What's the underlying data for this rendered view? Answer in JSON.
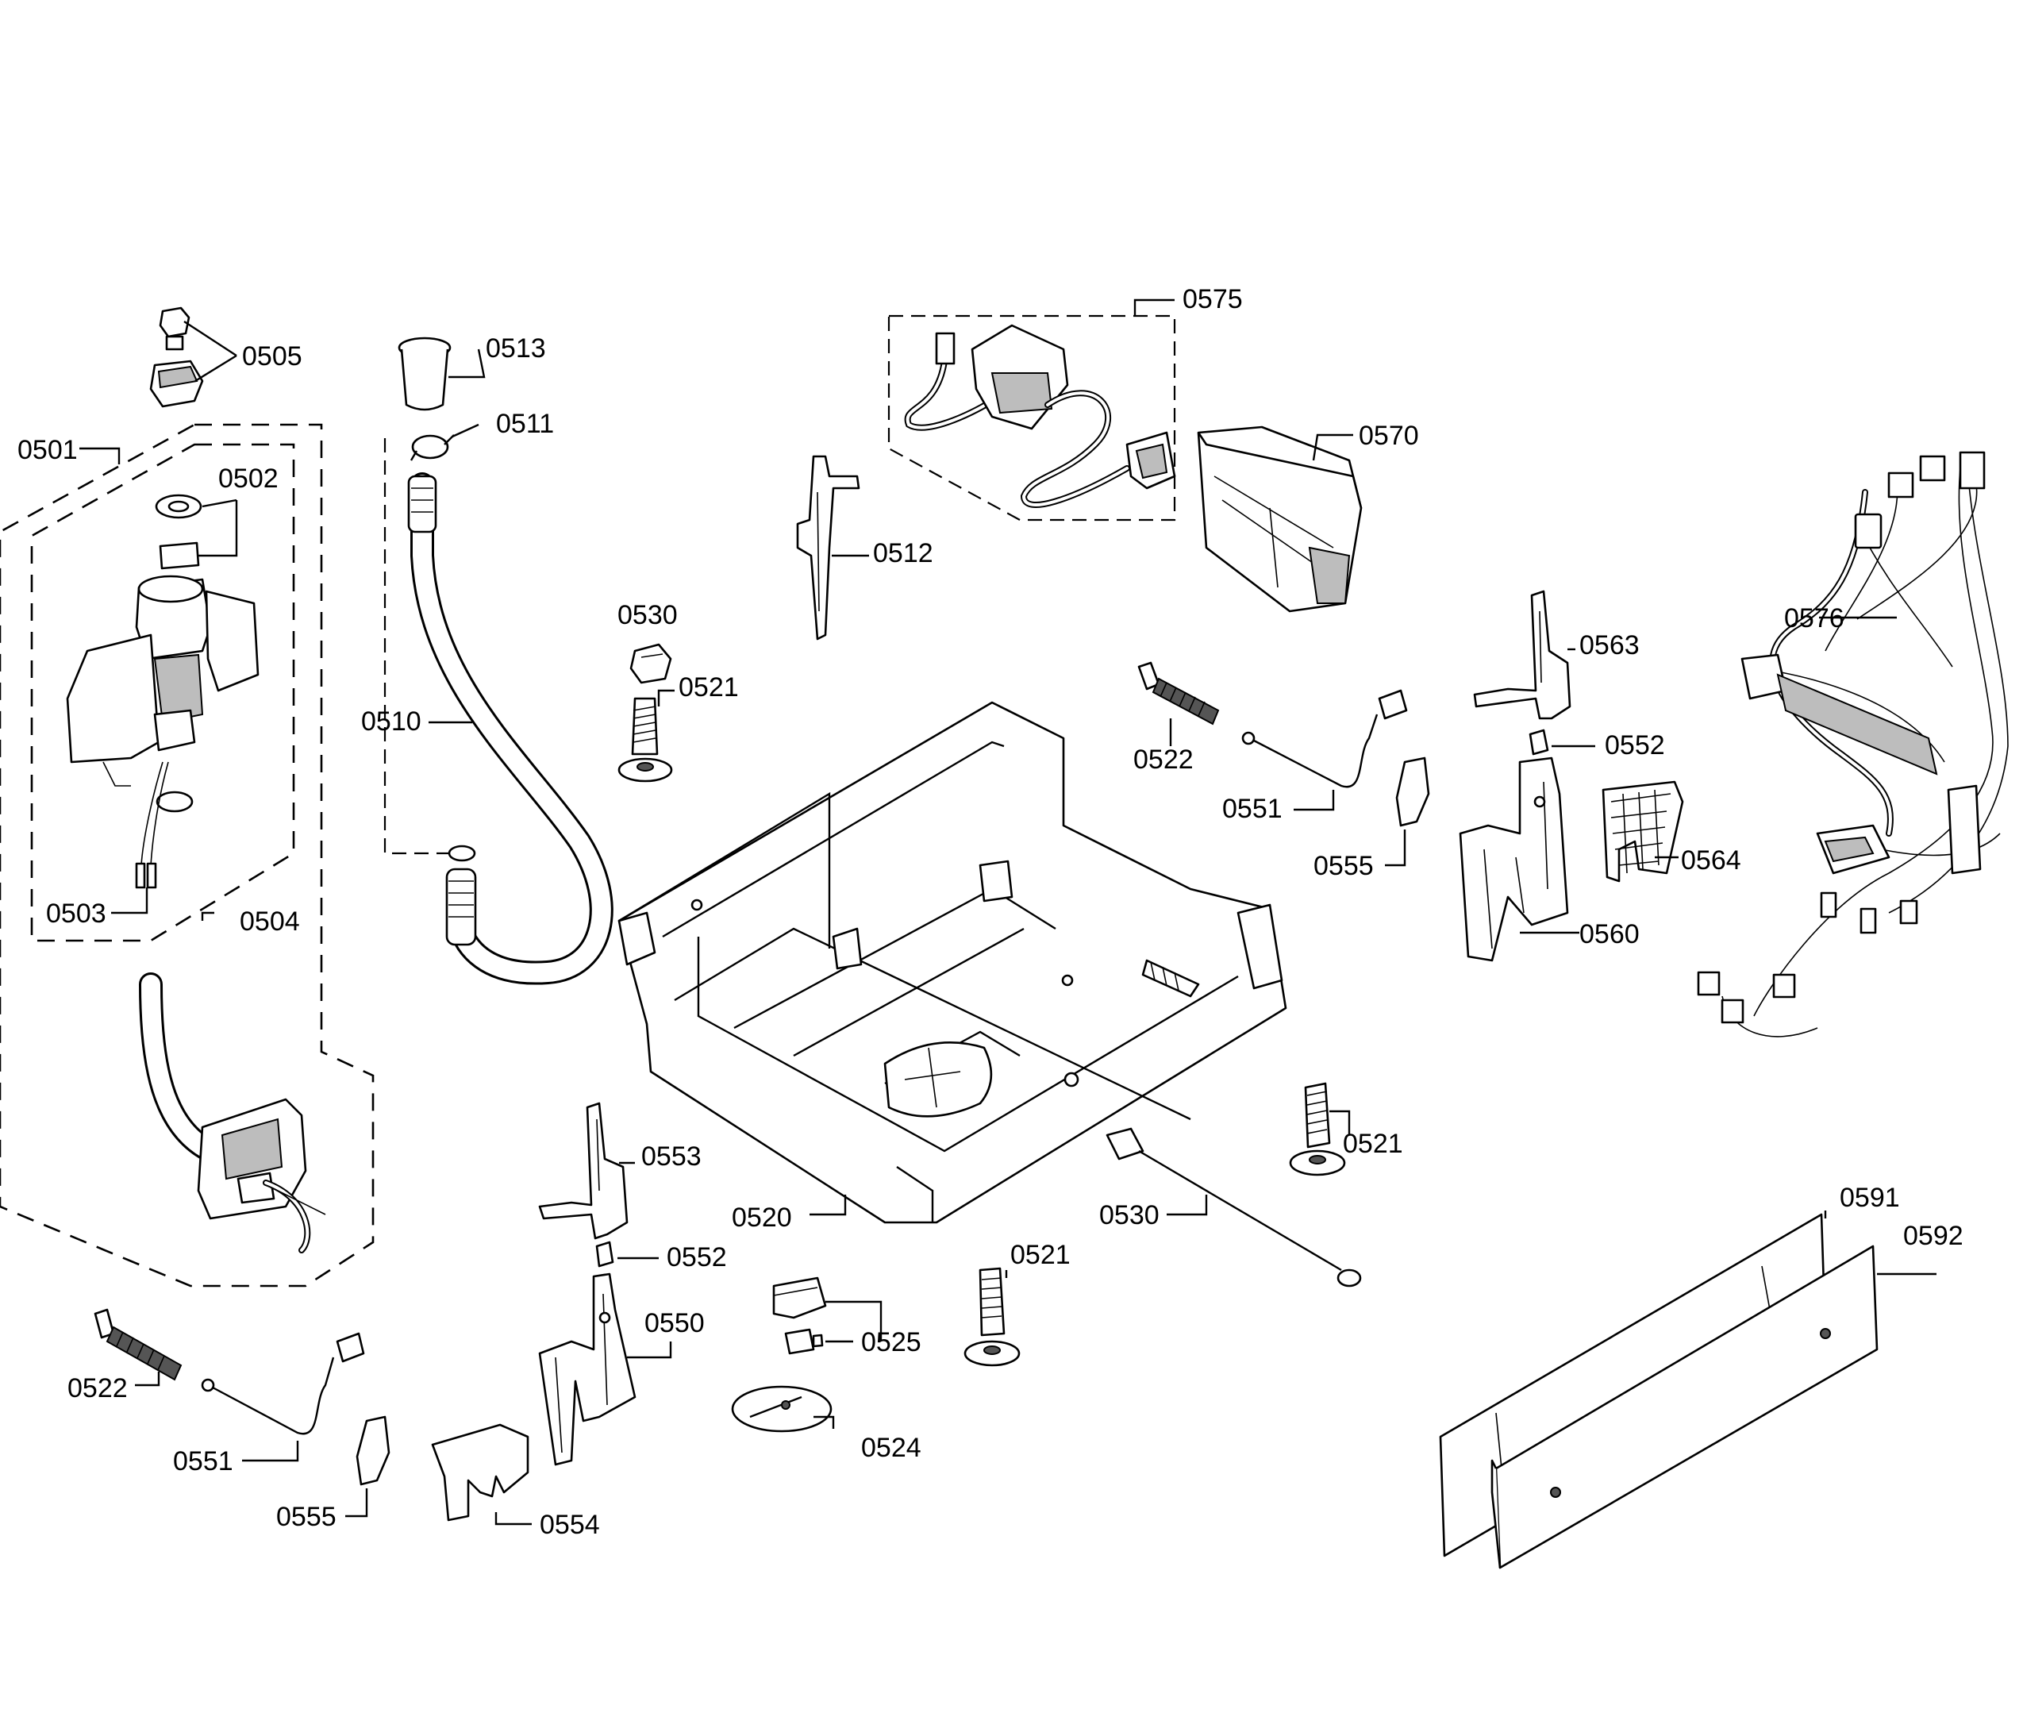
{
  "labels": {
    "l0505": "0505",
    "l0513": "0513",
    "l0511": "0511",
    "l0575": "0575",
    "l0570": "0570",
    "l0501": "0501",
    "l0502": "0502",
    "l0512": "0512",
    "l0576": "0576",
    "l0530a": "0530",
    "l0521a": "0521",
    "l0563": "0563",
    "l0510": "0510",
    "l0522a": "0522",
    "l0552a": "0552",
    "l0551a": "0551",
    "l0564": "0564",
    "l0555a": "0555",
    "l0503": "0503",
    "l0504": "0504",
    "l0560": "0560",
    "l0521b": "0521",
    "l0553": "0553",
    "l0591": "0591",
    "l0520": "0520",
    "l0530b": "0530",
    "l0592": "0592",
    "l0552b": "0552",
    "l0521c": "0521",
    "l0550": "0550",
    "l0525": "0525",
    "l0522b": "0522",
    "l0551b": "0551",
    "l0524": "0524",
    "l0555b": "0555",
    "l0554": "0554"
  }
}
